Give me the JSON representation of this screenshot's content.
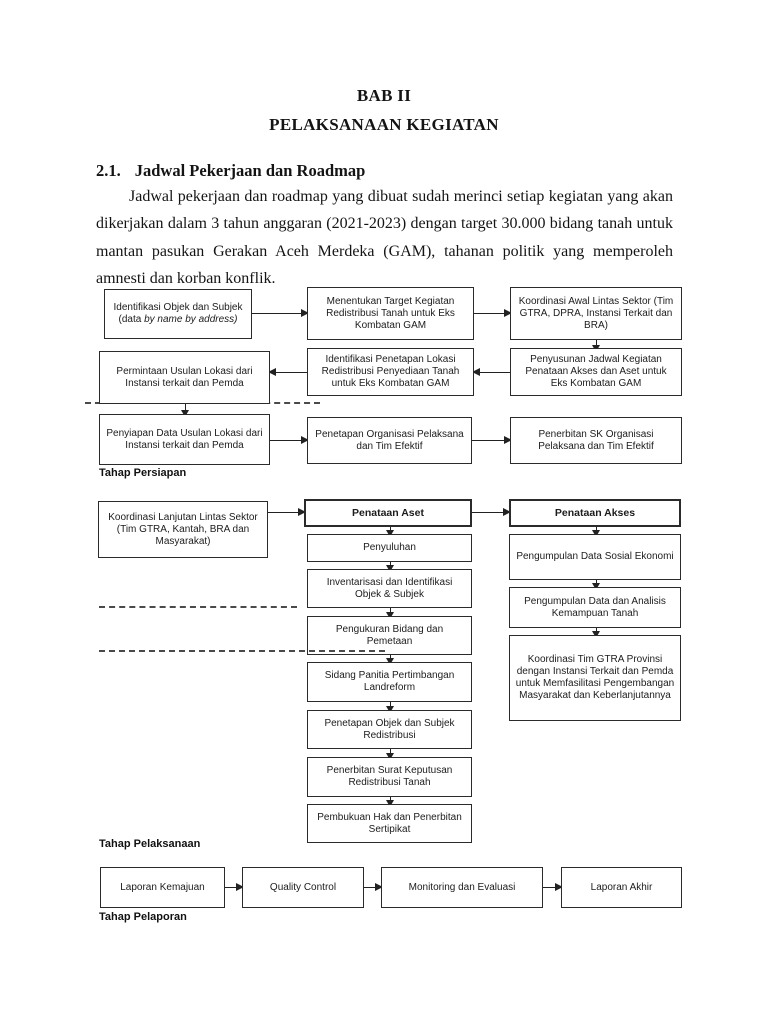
{
  "page": {
    "chapter_title_line1": "BAB II",
    "chapter_title_line2": "PELAKSANAAN KEGIATAN",
    "section_number": "2.1.",
    "section_title": "Jadwal Pekerjaan dan Roadmap",
    "paragraph": "Jadwal pekerjaan dan roadmap yang dibuat sudah merinci setiap kegiatan yang akan dikerjakan dalam 3 tahun anggaran (2021-2023) dengan target 30.000 bidang tanah untuk mantan pasukan Gerakan Aceh Merdeka (GAM), tahanan politik yang memperoleh amnesti dan korban konflik.",
    "colors": {
      "ink": "#1c1c1c",
      "box_border": "#2b2b2b",
      "background": "#ffffff"
    }
  },
  "flowchart": {
    "phases": {
      "persiapan": "Tahap Persiapan",
      "pelaksanaan": "Tahap Pelaksanaan",
      "pelaporan": "Tahap Pelaporan"
    },
    "nodes": {
      "identifikasi_line1": "Identifikasi Objek dan Subjek",
      "identifikasi_line2_prefix": "(data ",
      "identifikasi_line2_italic": "by name by address)",
      "menentukan_target": "Menentukan Target Kegiatan Redistribusi Tanah untuk Eks Kombatan GAM",
      "koordinasi_awal": "Koordinasi Awal Lintas Sektor (Tim GTRA, DPRA, Instansi Terkait dan BRA)",
      "permintaan_usulan": "Permintaan Usulan Lokasi dari Instansi terkait dan Pemda",
      "identifikasi_penetapan": "Identifikasi Penetapan Lokasi Redistribusi Penyediaan Tanah untuk Eks Kombatan GAM",
      "penyusunan_jadwal": "Penyusunan Jadwal Kegiatan Penataan Akses dan Aset untuk Eks Kombatan GAM",
      "penyiapan_data": "Penyiapan Data Usulan Lokasi dari Instansi terkait dan Pemda",
      "penetapan_organisasi": "Penetapan Organisasi Pelaksana dan Tim Efektif",
      "penerbitan_sk": "Penerbitan SK Organisasi Pelaksana dan Tim Efektif",
      "koordinasi_lanjutan": "Koordinasi Lanjutan Lintas Sektor (Tim GTRA, Kantah, BRA dan Masyarakat)",
      "penataan_aset": "Penataan Aset",
      "penataan_akses": "Penataan Akses",
      "penyuluhan": "Penyuluhan",
      "inventarisasi": "Inventarisasi dan Identifikasi Objek & Subjek",
      "pengukuran": "Pengukuran Bidang dan Pemetaan",
      "sidang_panitia": "Sidang Panitia Pertimbangan Landreform",
      "penetapan_objek": "Penetapan Objek dan Subjek Redistribusi",
      "penerbitan_surat": "Penerbitan Surat Keputusan Redistribusi Tanah",
      "pembukuan_hak": "Pembukuan Hak dan Penerbitan Sertipikat",
      "pengumpulan_sosial": "Pengumpulan Data Sosial Ekonomi",
      "pengumpulan_analisis": "Pengumpulan Data dan Analisis Kemampuan Tanah",
      "koordinasi_gtra_provinsi": "Koordinasi Tim GTRA Provinsi dengan Instansi Terkait dan Pemda untuk Memfasilitasi Pengembangan Masyarakat dan Keberlanjutannya",
      "laporan_kemajuan": "Laporan Kemajuan",
      "quality_control": "Quality Control",
      "monitoring_evaluasi": "Monitoring dan Evaluasi",
      "laporan_akhir": "Laporan Akhir"
    }
  }
}
